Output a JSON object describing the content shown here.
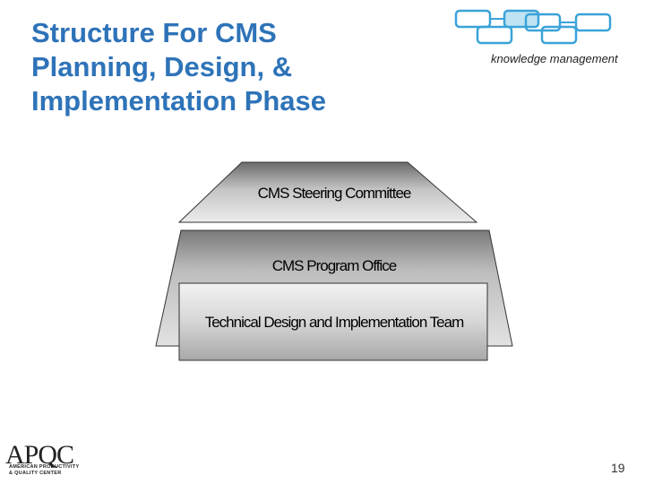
{
  "title": {
    "line1": "Structure For CMS",
    "line2": "Planning, Design, &",
    "line3": "Implementation Phase"
  },
  "brand": {
    "tagline": "knowledge management",
    "logo_icon": "connected-boxes-icon",
    "accent_color": "#2e73b8"
  },
  "diagram": {
    "tiers": [
      {
        "label": "CMS Steering Committee"
      },
      {
        "label": "CMS Program Office"
      },
      {
        "label": "Technical Design and Implementation Team"
      }
    ]
  },
  "footer": {
    "org_name": "APQC",
    "org_subline1": "AMERICAN PRODUCTIVITY",
    "org_subline2": "& QUALITY CENTER",
    "page_number": "19"
  }
}
